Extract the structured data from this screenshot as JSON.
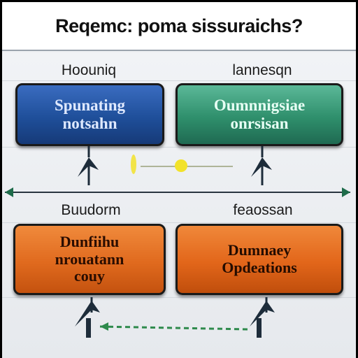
{
  "title": "Reqemc: poma sissuraichs?",
  "columns": {
    "top_left_label": "Hoouniq",
    "top_right_label": "lannesqn",
    "bottom_left_label": "Buudorm",
    "bottom_right_label": "feaossan"
  },
  "boxes": {
    "top_left": {
      "text": "Spunating\nnotsahn"
    },
    "top_right": {
      "text": "Oumnnigsiae\nonrsisan"
    },
    "bottom_left": {
      "text": "Dunfiihu\nnrouatann\ncouy"
    },
    "bottom_right": {
      "text": "Dumnaey\nOpdeations"
    }
  },
  "colors": {
    "box_blue": "#1f4f9a",
    "box_teal": "#2f8f6c",
    "box_orange": "#e06a1e",
    "box_orange_right": "#e2661a",
    "connector_dark": "#1d2c3a",
    "arrow_green": "#2e8a4c",
    "highlight_yellow": "#f2e22a"
  }
}
